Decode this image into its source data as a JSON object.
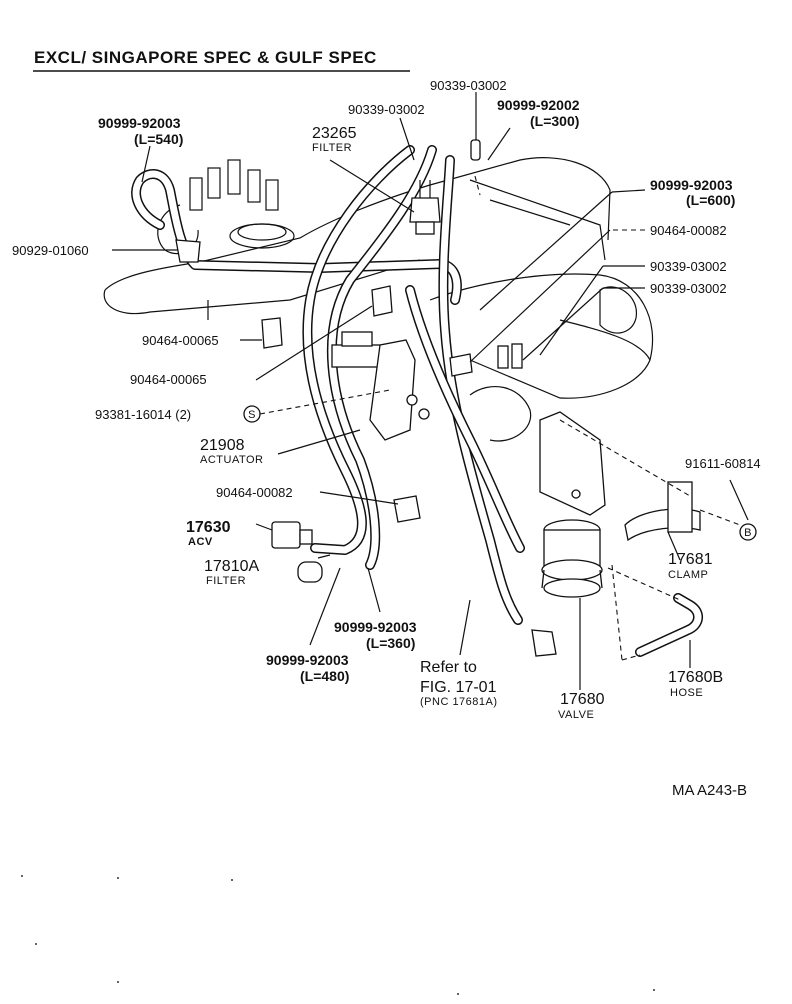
{
  "title": "EXCL/ SINGAPORE SPEC & GULF SPEC",
  "footer_code": "MA A243-B",
  "labels": {
    "p90339_03002_top": "90339-03002",
    "p90339_03002_mid": "90339-03002",
    "p90999_92002": "90999-92002",
    "p90999_92002_len": "(L=300)",
    "p90999_92003_a": "90999-92003",
    "p90999_92003_a_len": "(L=540)",
    "p23265": "23265",
    "p23265_name": "FILTER",
    "p90999_92003_b": "90999-92003",
    "p90999_92003_b_len": "(L=600)",
    "p90929_01060": "90929-01060",
    "p90464_00082_r": "90464-00082",
    "p90339_03002_r1": "90339-03002",
    "p90339_03002_r2": "90339-03002",
    "p90464_00065_a": "90464-00065",
    "p90464_00065_b": "90464-00065",
    "p93381_16014": "93381-16014 (2)",
    "sym_s": "S",
    "p21908": "21908",
    "p21908_name": "ACTUATOR",
    "p91611_60814": "91611-60814",
    "sym_b": "B",
    "p90464_00082_l": "90464-00082",
    "p17630": "17630",
    "p17630_name": "ACV",
    "p17810A": "17810A",
    "p17810A_name": "FILTER",
    "p17681": "17681",
    "p17681_name": "CLAMP",
    "p90999_92003_c": "90999-92003",
    "p90999_92003_c_len": "(L=360)",
    "p90999_92003_d": "90999-92003",
    "p90999_92003_d_len": "(L=480)",
    "refer_to": "Refer to",
    "refer_fig": "FIG. 17-01",
    "refer_pnc": "(PNC 17681A)",
    "p17680": "17680",
    "p17680_name": "VALVE",
    "p17680B": "17680B",
    "p17680B_name": "HOSE"
  }
}
